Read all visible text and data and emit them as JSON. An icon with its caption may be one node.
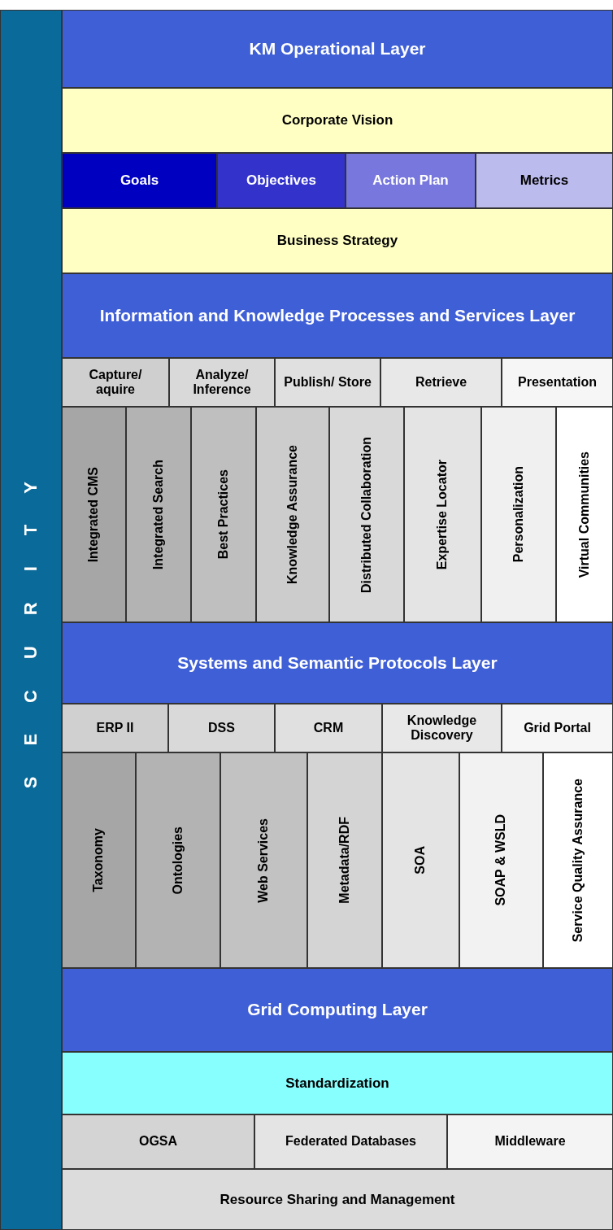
{
  "diagram": {
    "nodes": [
      {
        "text": [
          "SECURITY"
        ]
      },
      {
        "text": [
          "KM Operational Layer"
        ]
      },
      {
        "text": [
          "Corporate Vision"
        ]
      },
      {
        "text": [
          "Goals"
        ]
      },
      {
        "text": [
          "Objectives"
        ]
      },
      {
        "text": [
          "Action Plan"
        ]
      },
      {
        "text": [
          "Metrics"
        ]
      },
      {
        "text": [
          "Business Strategy"
        ]
      },
      {
        "text": [
          "Information and Knowledge Processes and Services Layer"
        ]
      },
      {
        "text": [
          "Capture/ aquire"
        ]
      },
      {
        "text": [
          "Analyze/ Inference"
        ]
      },
      {
        "text": [
          "Publish/ Store"
        ]
      },
      {
        "text": [
          "Retrieve"
        ]
      },
      {
        "text": [
          "Presentation"
        ]
      },
      {
        "text": [
          "Integrated CMS"
        ]
      },
      {
        "text": [
          "Integrated Search"
        ]
      },
      {
        "text": [
          "Best Practices"
        ]
      },
      {
        "text": [
          "Knowledge Assurance"
        ]
      },
      {
        "text": [
          "Distributed Collaboration"
        ]
      },
      {
        "text": [
          "Expertise Locator"
        ]
      },
      {
        "text": [
          "Personalization"
        ]
      },
      {
        "text": [
          "Virtual Communities"
        ]
      },
      {
        "text": [
          "Systems and Semantic Protocols Layer"
        ]
      },
      {
        "text": [
          "ERP II"
        ]
      },
      {
        "text": [
          "DSS"
        ]
      },
      {
        "text": [
          "CRM"
        ]
      },
      {
        "text": [
          "Knowledge Discovery"
        ]
      },
      {
        "text": [
          "Grid Portal"
        ]
      },
      {
        "text": [
          "Taxonomy"
        ]
      },
      {
        "text": [
          "Ontologies"
        ]
      },
      {
        "text": [
          "Web Services"
        ]
      },
      {
        "text": [
          "Metadata/RDF"
        ]
      },
      {
        "text": [
          "SOA"
        ]
      },
      {
        "text": [
          "SOAP & WSLD"
        ]
      },
      {
        "text": [
          "Service Quality Assurance"
        ]
      },
      {
        "text": [
          "Grid Computing Layer"
        ]
      },
      {
        "text": [
          "Standardization"
        ]
      },
      {
        "text": [
          "OGSA"
        ]
      },
      {
        "text": [
          "Federated Databases"
        ]
      },
      {
        "text": [
          "Middleware"
        ]
      },
      {
        "text": [
          "Resource Sharing and Management"
        ]
      }
    ]
  }
}
